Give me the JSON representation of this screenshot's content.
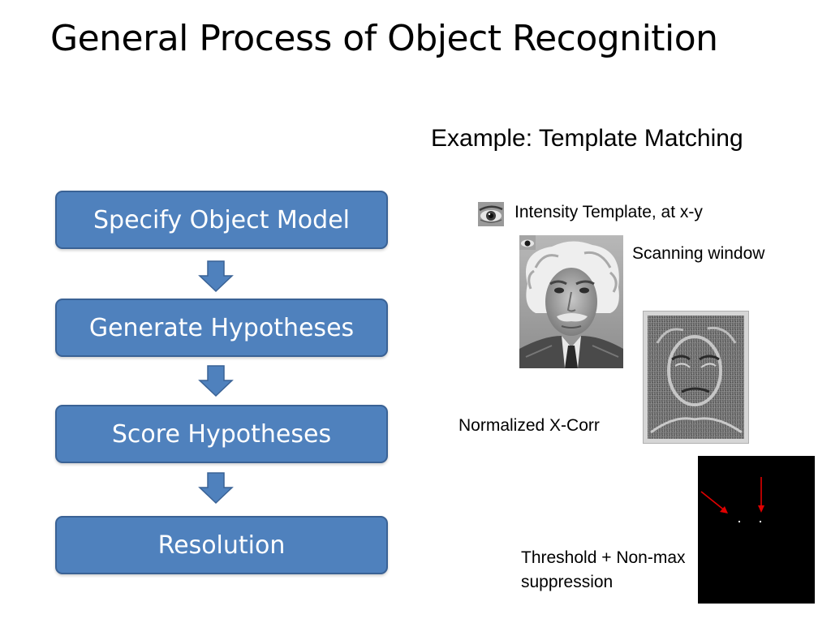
{
  "slide": {
    "title": "General Process of Object Recognition"
  },
  "flowchart": {
    "steps": [
      {
        "label": "Specify Object Model"
      },
      {
        "label": "Generate Hypotheses"
      },
      {
        "label": "Score Hypotheses"
      },
      {
        "label": "Resolution"
      }
    ],
    "box_color": "#4f81bd",
    "border_color": "#3a6295",
    "arrow_color": "#4f81bd"
  },
  "example": {
    "heading": "Example: Template Matching",
    "template_label": "Intensity Template, at x-y",
    "scanning_label": "Scanning window",
    "xcorr_label": "Normalized X-Corr",
    "threshold_label": "Threshold + Non-max suppression",
    "marker_color": "#e00000"
  }
}
